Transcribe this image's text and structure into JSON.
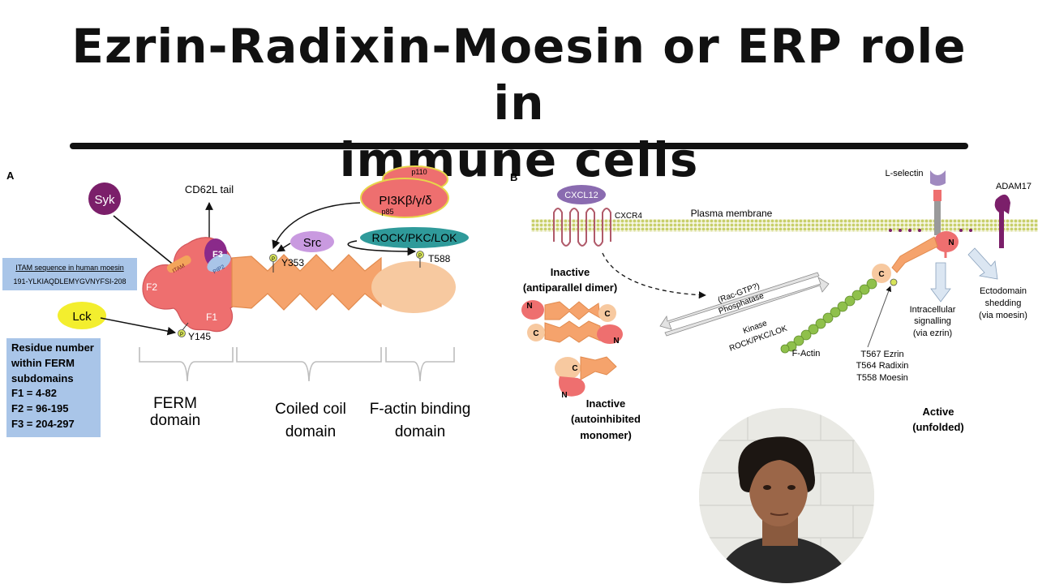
{
  "slide": {
    "title_line1": "Ezrin-Radixin-Moesin or ERP role in",
    "title_line2": "immune cells"
  },
  "panel_a": {
    "label": "A",
    "kinases": {
      "syk": "Syk",
      "lck": "Lck",
      "src": "Src",
      "rock": "ROCK/PKC/LOK"
    },
    "pi3k": {
      "main": "PI3Kβ/γ/δ",
      "p110": "p110",
      "p85": "p85"
    },
    "cd62l": "CD62L tail",
    "subdomains": {
      "f1": "F1",
      "f2": "F2",
      "f3": "F3",
      "itam": "ITAM",
      "pip2": "PIP2"
    },
    "phospho_symbol": "P",
    "sites": {
      "y145": "Y145",
      "y353": "Y353",
      "t588": "T588"
    },
    "itam_box": {
      "title": "ITAM sequence in human moesin",
      "sequence": "191-YLKIAQDLEMYGVNYFSI-208"
    },
    "residue_box": [
      "Residue number",
      "within FERM",
      "subdomains",
      "F1 = 4-82",
      "F2 = 96-195",
      "F3 = 204-297"
    ],
    "domains": {
      "ferm": [
        "FERM",
        "domain"
      ],
      "coiled": [
        "Coiled coil",
        "domain"
      ],
      "factin": [
        "F-actin binding",
        "domain"
      ]
    }
  },
  "panel_b": {
    "label": "B",
    "cxcl12": "CXCL12",
    "cxcr4": "CXCR4",
    "membrane": "Plasma membrane",
    "lselectin": "L-selectin",
    "adam17": "ADAM17",
    "inactive_dimer": [
      "Inactive",
      "(antiparallel dimer)"
    ],
    "inactive_monomer": [
      "Inactive",
      "(autoinhibited",
      "monomer)"
    ],
    "active": [
      "Active",
      "(unfolded)"
    ],
    "arrow_top": [
      "(Rac-GTP?)",
      "Phosphatase"
    ],
    "arrow_bottom": [
      "Kinase",
      "ROCK/PKC/LOK"
    ],
    "factin": "F-Actin",
    "sites": [
      "T567 Ezrin",
      "T564 Radixin",
      "T558 Moesin"
    ],
    "intracellular": [
      "Intracellular",
      "signalling",
      "(via ezrin)"
    ],
    "ectodomain": [
      "Ectodomain",
      "shedding",
      "(via moesin)"
    ],
    "terminal_n": "N",
    "terminal_c": "C"
  },
  "colors": {
    "ferm": "#ee6f6f",
    "coiled": "#f5a36c",
    "factin_domain": "#f7c9a0",
    "syk": "#7b1f6a",
    "lck": "#f3ee2e",
    "src": "#c99ae0",
    "rock": "#2f9a9a",
    "pi3k": "#ee6f6f",
    "residue_box": "#a9c5e8",
    "actin": "#8fc04b",
    "membrane": "#d9e08c"
  }
}
